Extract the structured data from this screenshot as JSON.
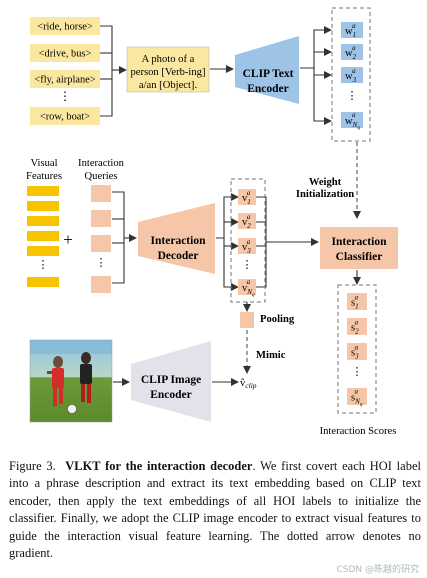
{
  "figure": {
    "labels": {
      "hoi_items": [
        "<ride, horse>",
        "<drive, bus>",
        "<fly, airplane>",
        "⋮",
        "<row, boat>"
      ],
      "prompt_line1": "A photo of a",
      "prompt_line2": "person [Verb-ing]",
      "prompt_line3": "a/an [Object].",
      "clip_text_encoder_l1": "CLIP Text",
      "clip_text_encoder_l2": "Encoder",
      "w_labels": [
        "w",
        "w",
        "w",
        "⋮",
        "w"
      ],
      "w_subs": [
        "1",
        "2",
        "3",
        "",
        "N"
      ],
      "visual_features_l1": "Visual",
      "visual_features_l2": "Features",
      "interaction_queries_l1": "Interaction",
      "interaction_queries_l2": "Queries",
      "plus": "+",
      "interaction_decoder_l1": "Interaction",
      "interaction_decoder_l2": "Decoder",
      "v_labels": [
        "v",
        "v",
        "v",
        "⋮",
        "v"
      ],
      "v_subs": [
        "1",
        "2",
        "3",
        "",
        "N"
      ],
      "weight_init_l1": "Weight",
      "weight_init_l2": "Initialization",
      "interaction_classifier_l1": "Interaction",
      "interaction_classifier_l2": "Classifier",
      "pooling": "Pooling",
      "mimic": "Mimic",
      "v_clip": "v̂",
      "v_clip_sub": "clip",
      "clip_image_encoder_l1": "CLIP Image",
      "clip_image_encoder_l2": "Encoder",
      "s_labels": [
        "s",
        "s",
        "s",
        "⋮",
        "s"
      ],
      "s_subs": [
        "1",
        "2",
        "3",
        "",
        "N"
      ],
      "superscript": "a",
      "q_sub": "q",
      "interaction_scores": "Interaction Scores",
      "vdots": "⋮"
    },
    "colors": {
      "yellow": "#fbe8a0",
      "orange": "#f5c7a8",
      "blue": "#9dc3e6",
      "gray": "#e3e1ea",
      "vf_yellow": "#f8c400"
    }
  },
  "caption": {
    "figure_label": "Figure 3.",
    "title": "VLKT for the interaction decoder",
    "body": ".  We first covert each HOI label into a phrase description and extract its text embedding based on CLIP text encoder, then apply the text embeddings of all HOI labels to initialize the classifier. Finally, we adopt the CLIP image encoder to extract visual features to guide the interaction visual feature learning. The dotted arrow denotes no gradient."
  },
  "watermark": "CSDN @陈越的研究"
}
